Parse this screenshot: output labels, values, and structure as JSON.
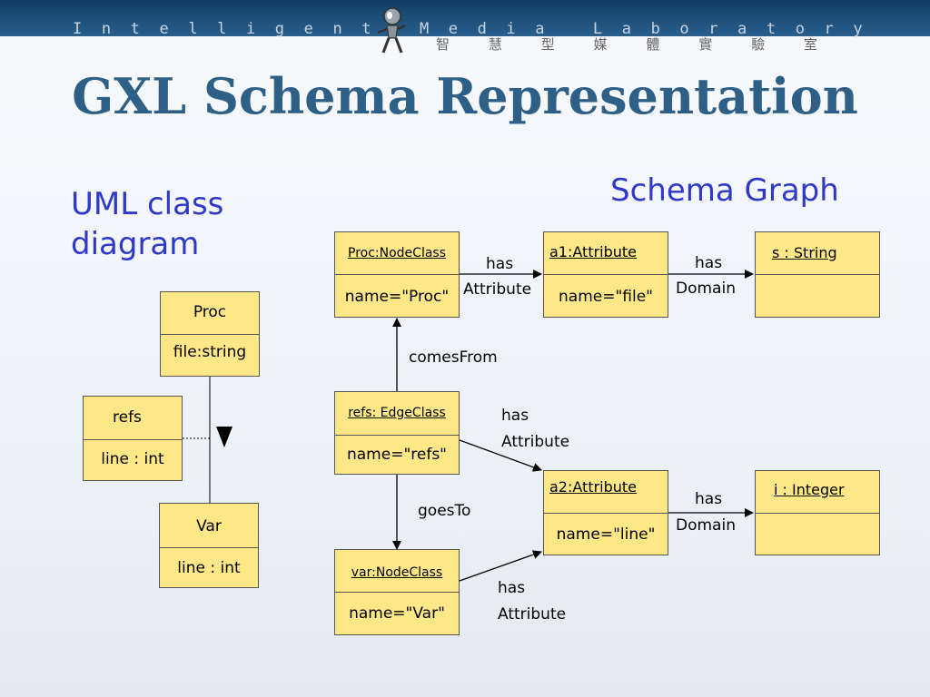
{
  "header": {
    "lab_name_letters": [
      "I",
      "n",
      "t",
      "e",
      "l",
      "l",
      "i",
      "g",
      "e",
      "n",
      "t",
      "",
      "M",
      "e",
      "d",
      "i",
      "a",
      "",
      "L",
      "a",
      "b",
      "o",
      "r",
      "a",
      "t",
      "o",
      "r",
      "y"
    ],
    "lab_name_cjk": [
      "智",
      "慧",
      "型",
      "媒",
      "體",
      "實",
      "驗",
      "室"
    ]
  },
  "slide": {
    "title": "GXL Schema Representation",
    "uml_title": "UML class diagram",
    "schema_title": "Schema Graph"
  },
  "uml": {
    "proc": {
      "name": "Proc",
      "attr": "file:string"
    },
    "refs": {
      "name": "refs",
      "attr": "line : int"
    },
    "var": {
      "name": "Var",
      "attr": "line : int"
    }
  },
  "schema": {
    "proc_node": {
      "name": "Proc:NodeClass",
      "attr": "name=\"Proc\""
    },
    "a1": {
      "name": "a1:Attribute",
      "attr": "name=\"file\""
    },
    "s": {
      "name": "s : String"
    },
    "refs_edge": {
      "name": "refs: EdgeClass",
      "attr": "name=\"refs\""
    },
    "a2": {
      "name": "a2:Attribute",
      "attr": "name=\"line\""
    },
    "i": {
      "name": "i : Integer"
    },
    "var_node": {
      "name": "var:NodeClass",
      "attr": "name=\"Var\""
    },
    "edges": {
      "has_attribute_1": {
        "l1": "has",
        "l2": "Attribute"
      },
      "has_domain_1": {
        "l1": "has",
        "l2": "Domain"
      },
      "comes_from": "comesFrom",
      "has_attribute_2": {
        "l1": "has",
        "l2": "Attribute"
      },
      "goes_to": "goesTo",
      "has_domain_2": {
        "l1": "has",
        "l2": "Domain"
      },
      "has_attribute_3": {
        "l1": "has",
        "l2": "Attribute"
      }
    }
  }
}
